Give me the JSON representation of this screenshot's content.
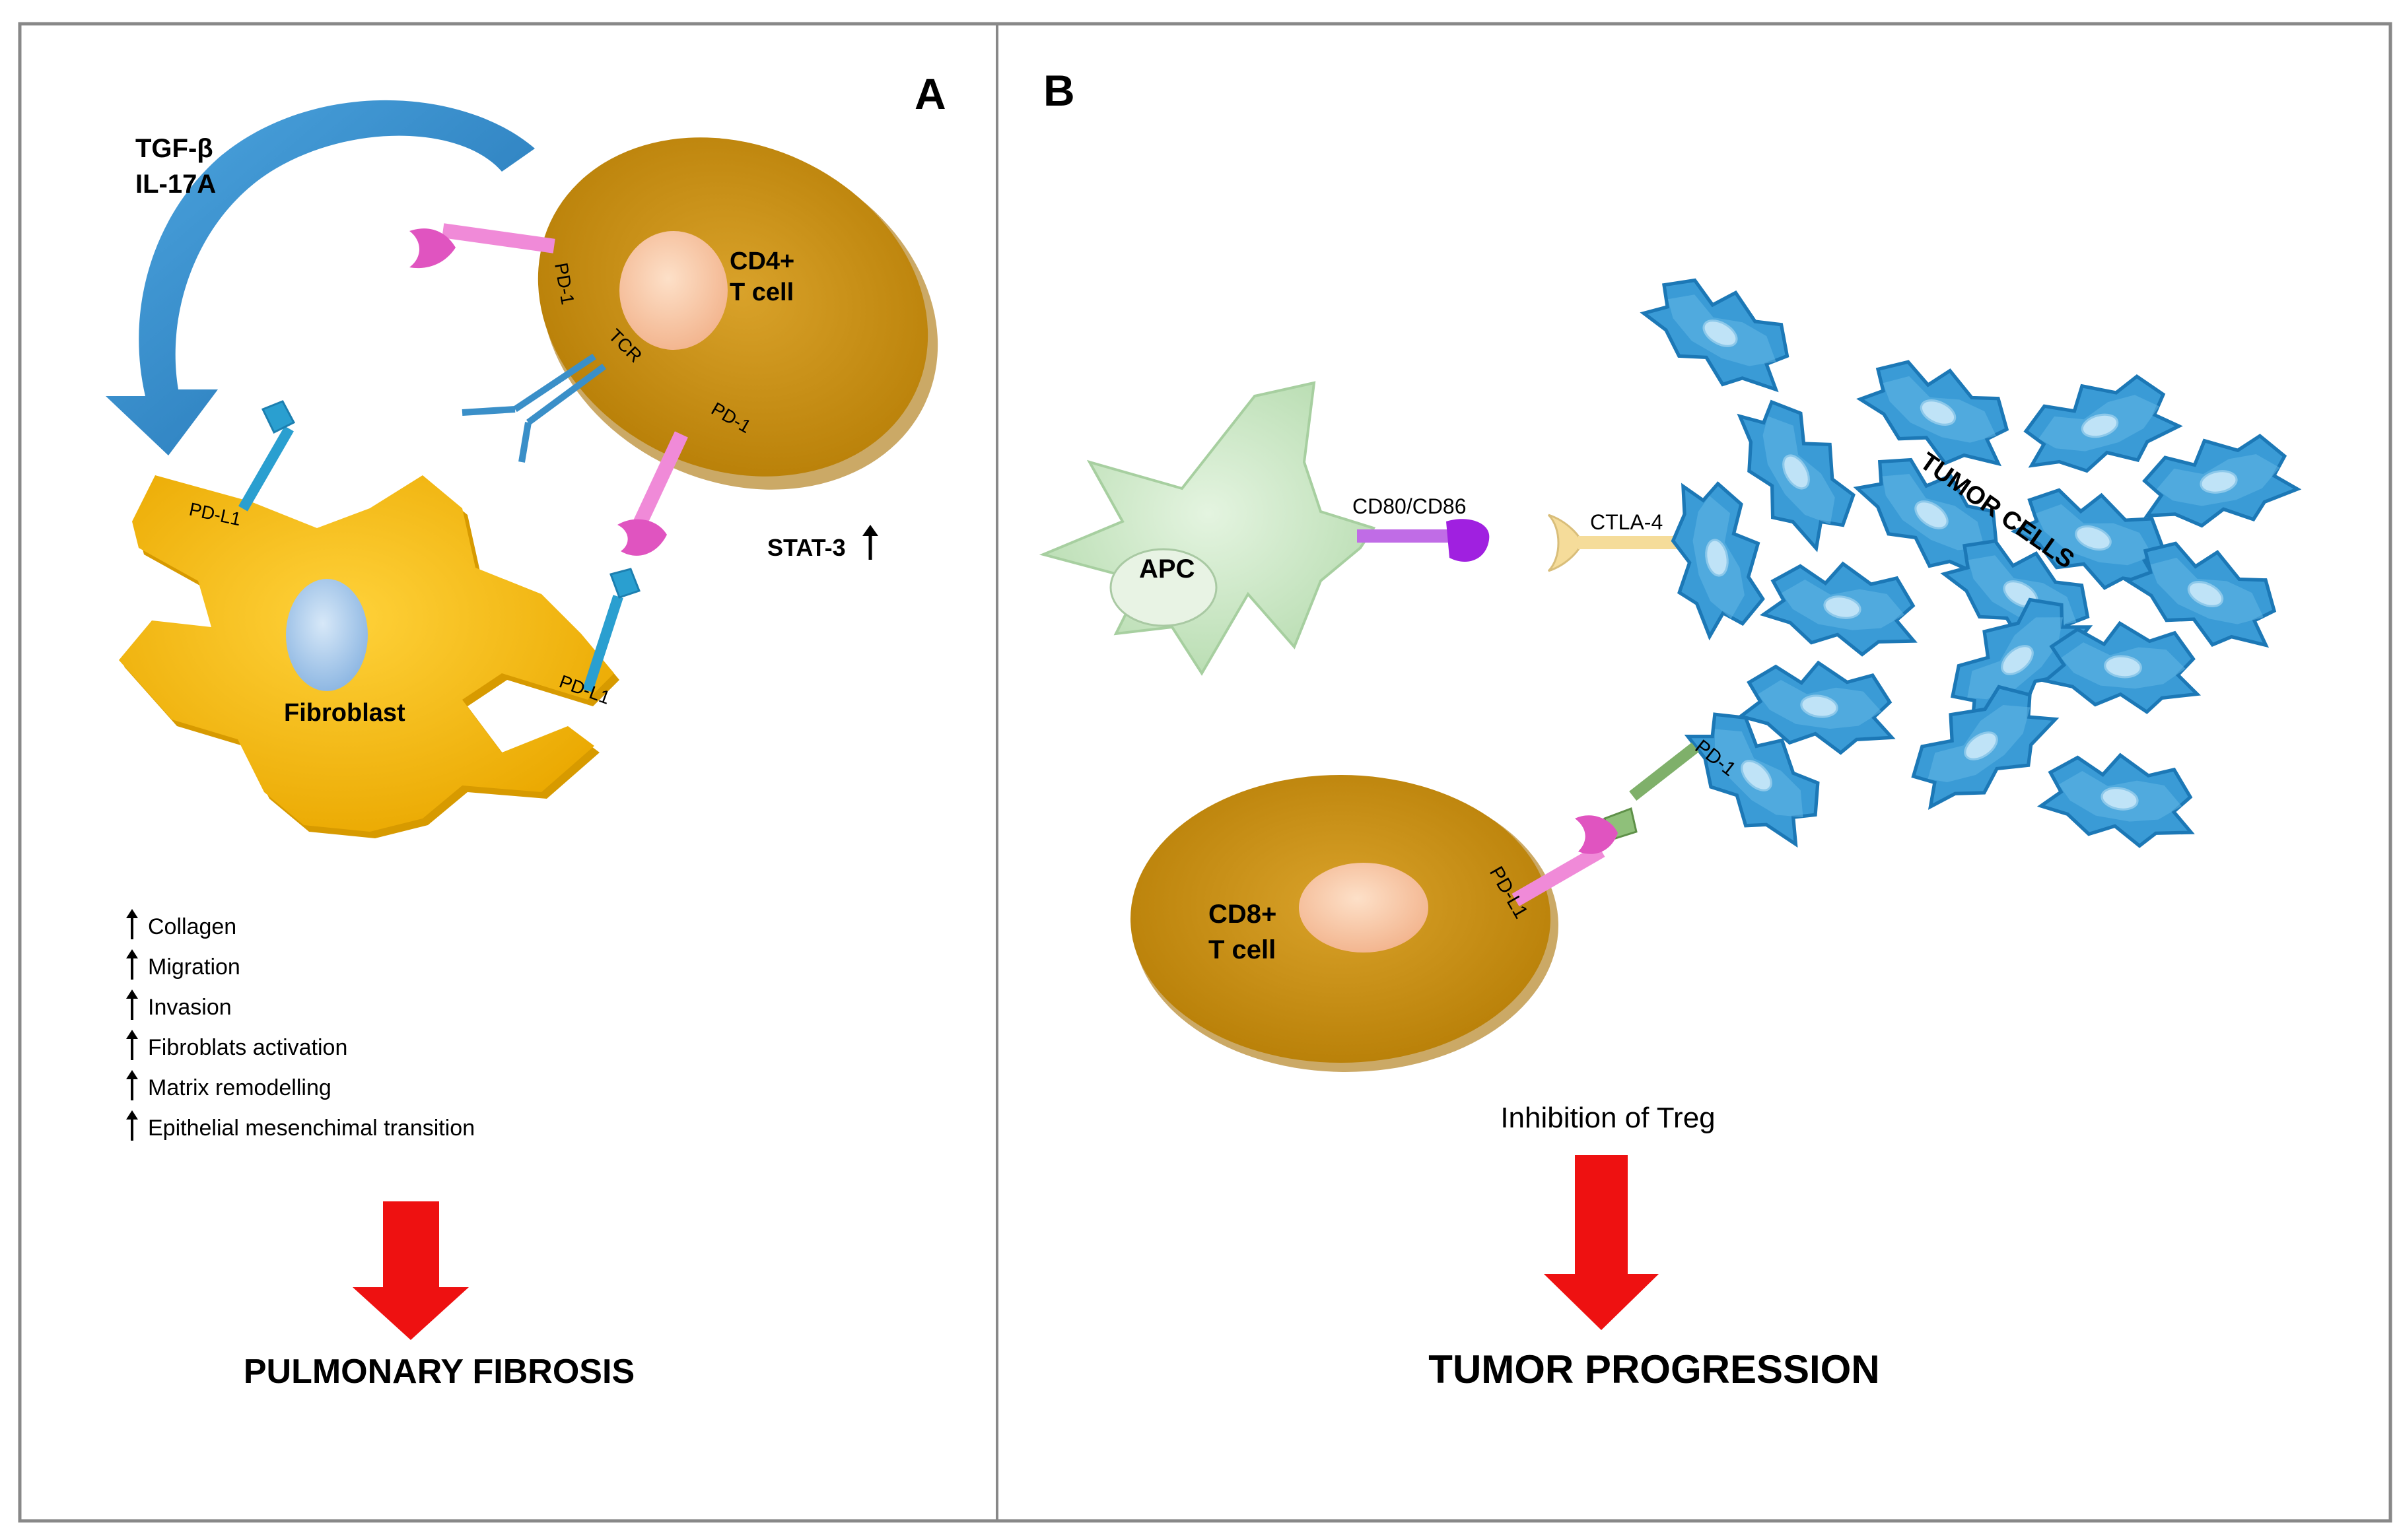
{
  "panel_a": {
    "letter": "A",
    "cytokines": [
      "TGF-β",
      "IL-17A"
    ],
    "cd4_cell": [
      "CD4+",
      "T cell"
    ],
    "fibroblast_label": "Fibroblast",
    "receptor_labels": {
      "pd1_top": "PD-1",
      "tcr": "TCR",
      "pd1_lower": "PD-1",
      "pdl1_left": "PD-L1",
      "pdl1_right": "PD-L1"
    },
    "stat3": "STAT-3",
    "effects": [
      "Collagen",
      "Migration",
      "Invasion",
      "Fibroblats activation",
      "Matrix remodelling",
      "Epithelial mesenchimal transition"
    ],
    "outcome": "PULMONARY FIBROSIS"
  },
  "panel_b": {
    "letter": "B",
    "apc_label": "APC",
    "cd80_label": "CD80/CD86",
    "ctla4_label": "CTLA-4",
    "tumor_label": "TUMOR CELLS",
    "pd1_label": "PD-1",
    "pdl1_label": "PD-L1",
    "cd8_cell": [
      "CD8+",
      "T cell"
    ],
    "inhibition": "Inhibition of Treg",
    "outcome": "TUMOR PROGRESSION"
  },
  "colors": {
    "tcell": "#c8900a",
    "fibroblast": "#f5b800",
    "nucleus_tcell": "#f9c9a8",
    "nucleus_fib": "#a9c9ea",
    "apc": "#c9e8c4",
    "tumor": "#3a9bd6",
    "arrow_red": "#ee1111",
    "pd1_pink": "#f08ad8",
    "pdl1_blue": "#2a9fd0",
    "cd80_purple": "#b13ce0",
    "ctla4_beige": "#f5dc9a",
    "curve_arrow": "#2a7fc0"
  }
}
